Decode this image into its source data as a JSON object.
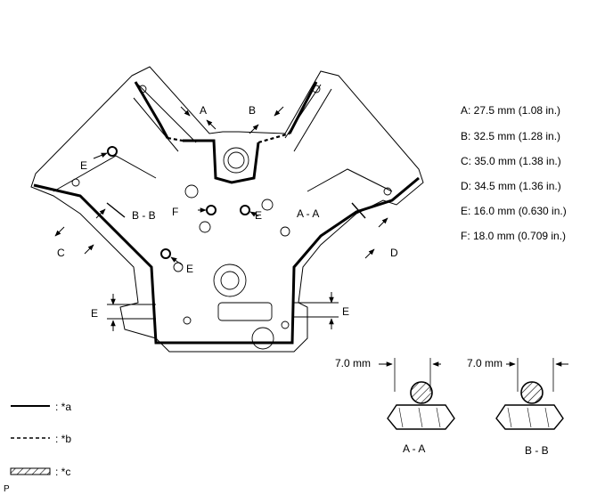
{
  "specs": [
    "A: 27.5 mm (1.08 in.)",
    "B: 32.5 mm (1.28 in.)",
    "C: 35.0 mm (1.38 in.)",
    "D: 34.5 mm (1.36 in.)",
    "E: 16.0 mm (0.630 in.)",
    "F: 18.0 mm (0.709 in.)"
  ],
  "callouts": {
    "A": "A",
    "B": "B",
    "C": "C",
    "D": "D",
    "E": "E",
    "F": "F",
    "section_bb": "B - B",
    "section_aa": "A - A"
  },
  "details": {
    "aa": {
      "dim": "7.0 mm",
      "caption": "A - A"
    },
    "bb": {
      "dim": "7.0 mm",
      "caption": "B - B"
    }
  },
  "legend": {
    "a": ": *a",
    "b": ": *b",
    "c": ": *c"
  },
  "page_code": "P"
}
